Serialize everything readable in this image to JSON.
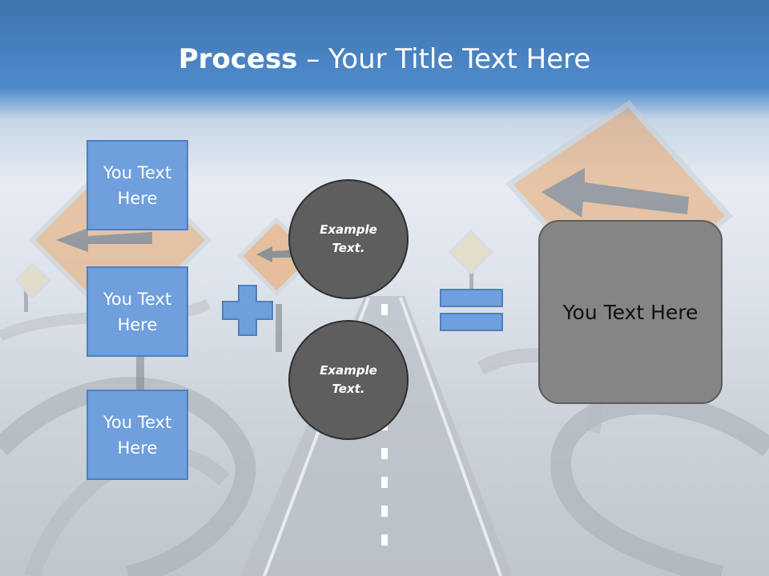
{
  "title": {
    "bold": "Process",
    "rest": " – Your Title Text Here"
  },
  "text_boxes": [
    {
      "label": "You Text Here"
    },
    {
      "label": "You Text Here"
    },
    {
      "label": "You Text Here"
    }
  ],
  "circles": [
    {
      "label": "Example Text."
    },
    {
      "label": "Example Text."
    }
  ],
  "result": {
    "label": "You Text Here"
  },
  "symbols": {
    "plus": "plus-icon",
    "equals": "equals-icon"
  },
  "colors": {
    "box_fill": "#6f9fdc",
    "box_border": "#4f7fbf",
    "circle_fill": "#5e5e5e",
    "result_fill": "#858585",
    "banner": "#4a84c6"
  }
}
